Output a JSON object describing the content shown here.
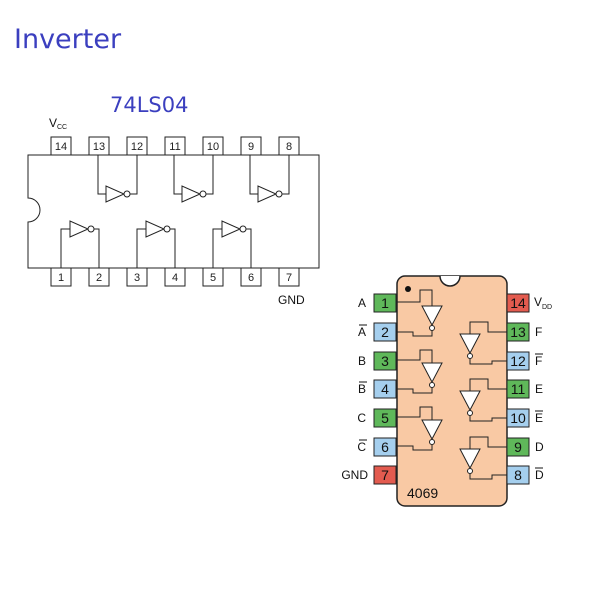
{
  "title": "Inverter",
  "chip1": {
    "name": "74LS04",
    "vcc_main": "V",
    "vcc_sub": "CC",
    "gnd_label": "GND",
    "top_pins": [
      "14",
      "13",
      "12",
      "11",
      "10",
      "9",
      "8"
    ],
    "bottom_pins": [
      "1",
      "2",
      "3",
      "4",
      "5",
      "6",
      "7"
    ]
  },
  "chip2": {
    "name": "4069",
    "vdd_main": "V",
    "vdd_sub": "DD",
    "gnd_label": "GND",
    "left_pins": [
      "1",
      "2",
      "3",
      "4",
      "5",
      "6",
      "7"
    ],
    "left_labels": [
      "A",
      "A",
      "B",
      "B",
      "C",
      "C",
      "GND"
    ],
    "right_pins": [
      "14",
      "13",
      "12",
      "11",
      "10",
      "9",
      "8"
    ],
    "right_labels": [
      "",
      "F",
      "F",
      "E",
      "E",
      "D",
      "D"
    ],
    "colors": {
      "body": "#f9c9a4",
      "input_pin": "#5fb85a",
      "output_pin": "#a5cfee",
      "power_pin": "#e35b4f"
    }
  }
}
